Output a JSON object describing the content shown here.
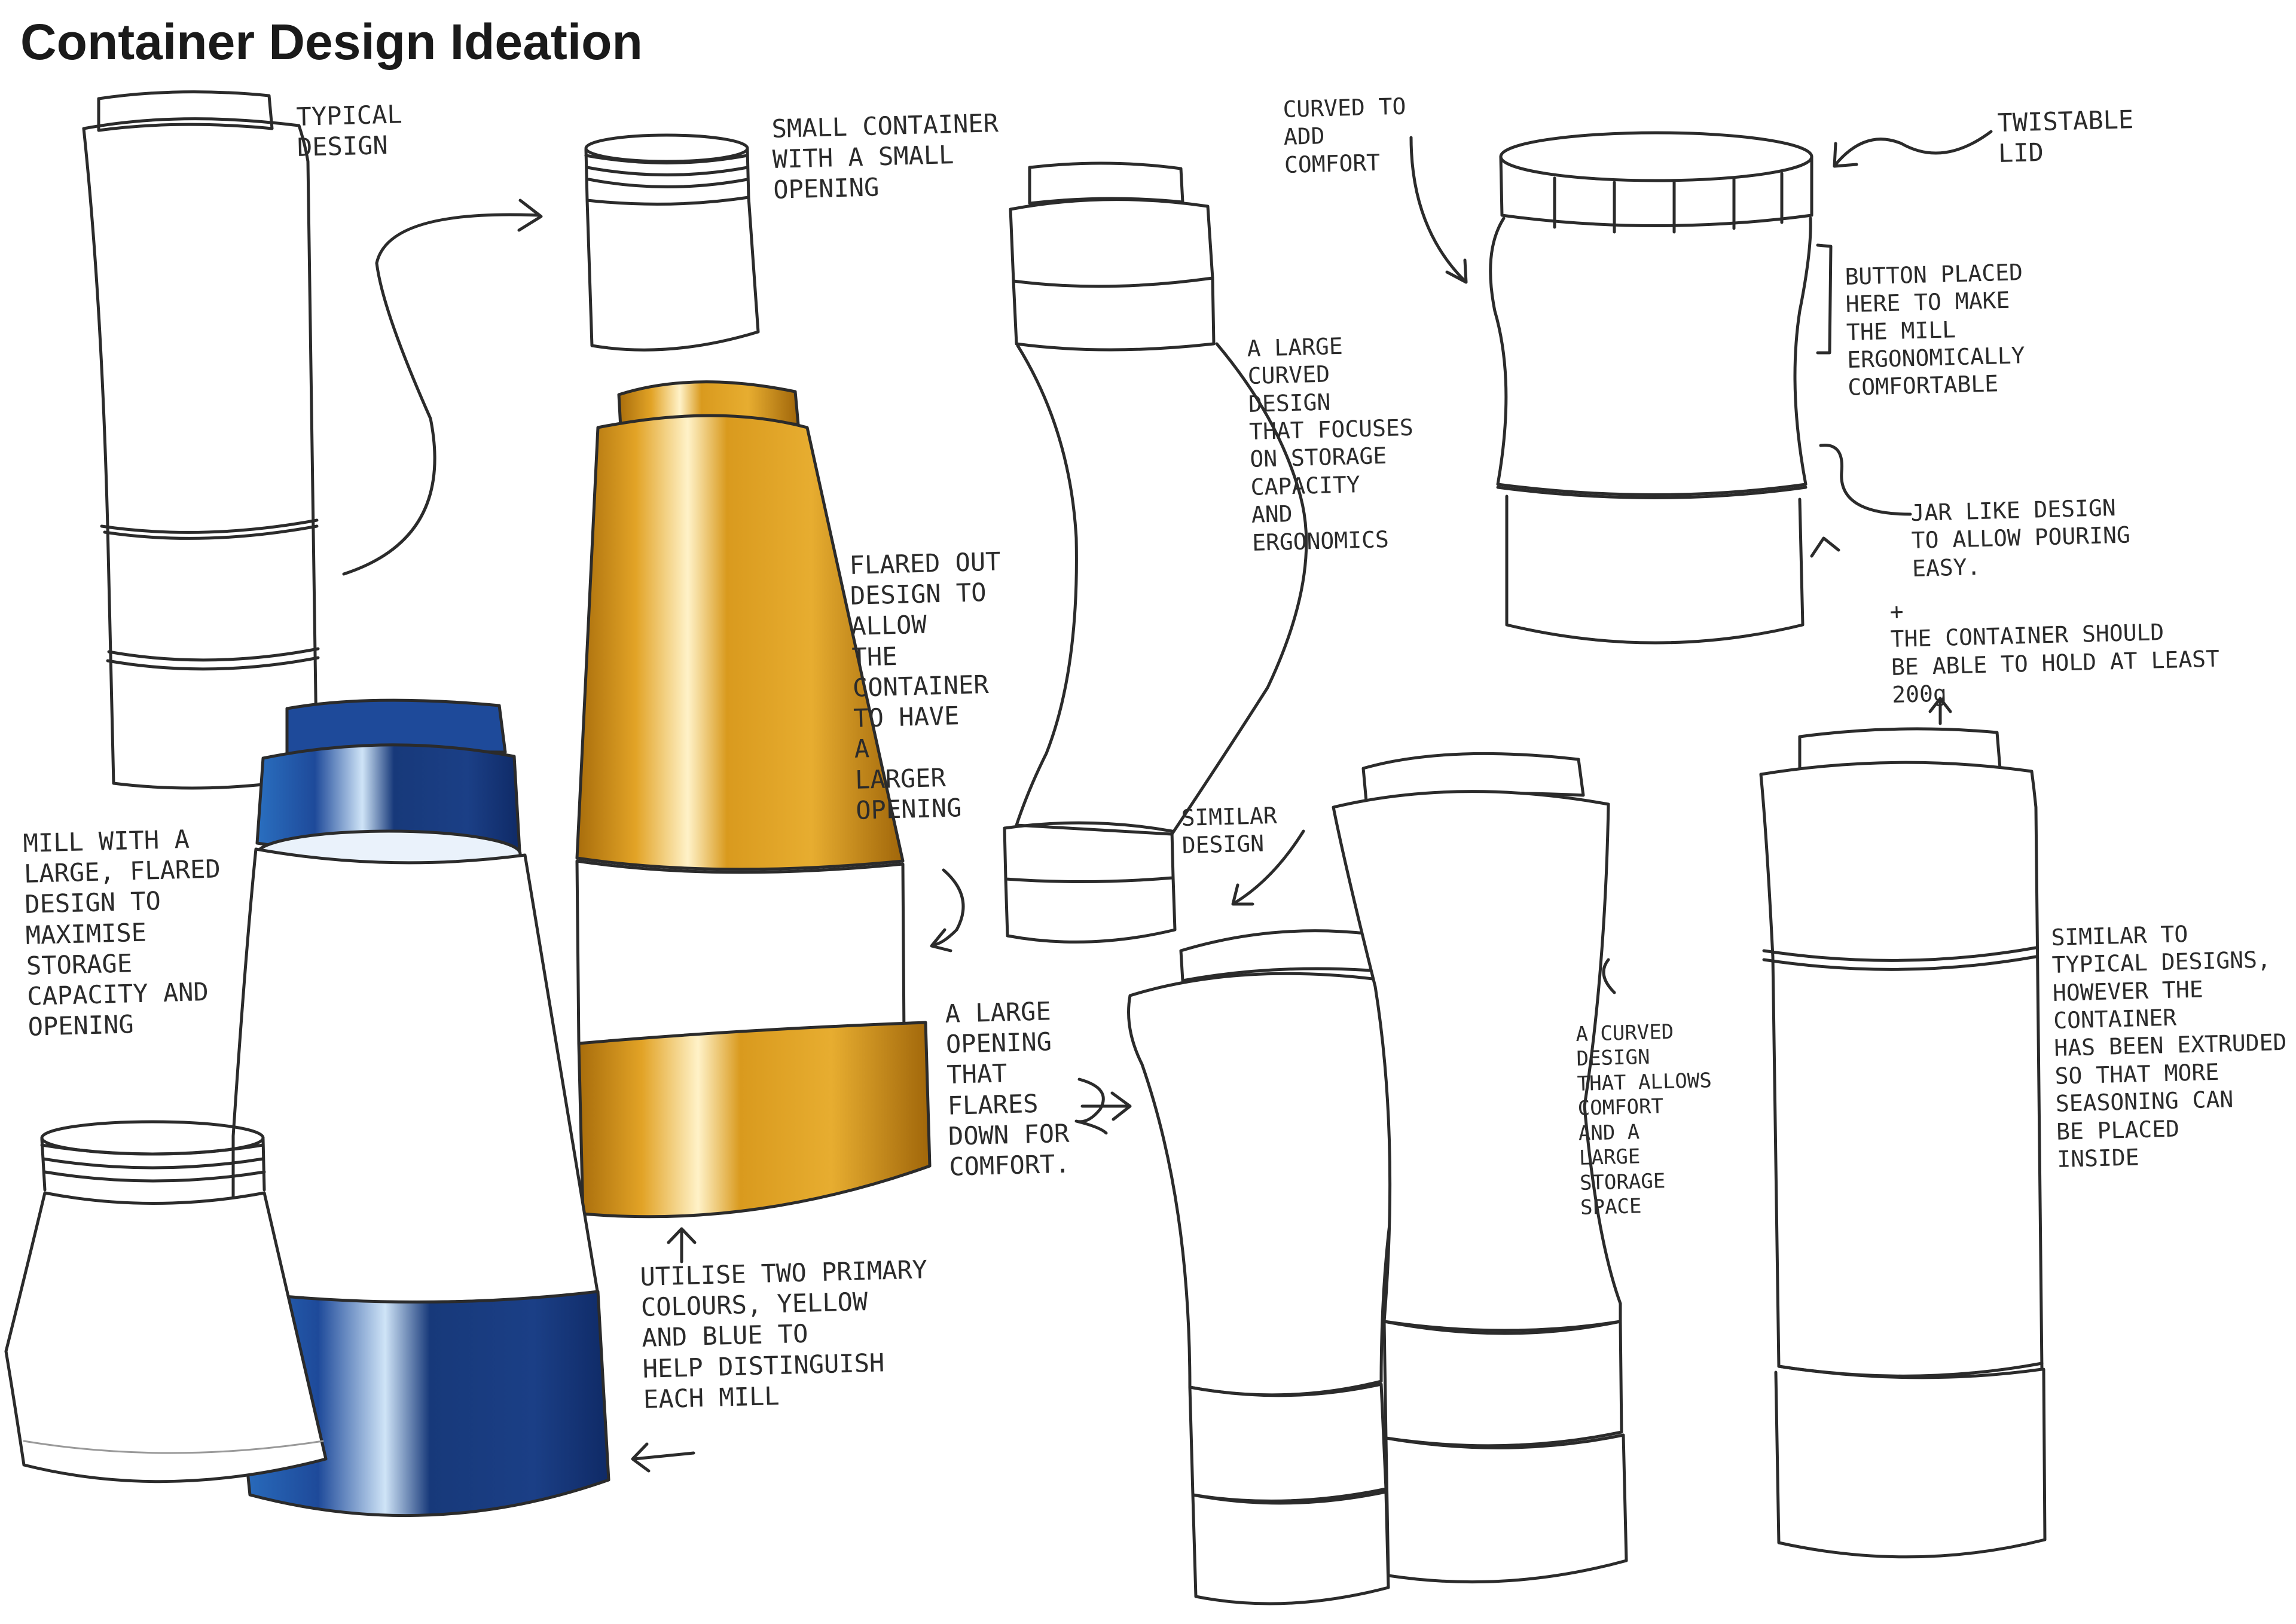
{
  "title": "Container Design Ideation",
  "colors": {
    "ink": "#2b2b2b",
    "yellow": "#e0a020",
    "yellow_dark": "#a86d0c",
    "blue": "#1e4a9a",
    "blue_dark": "#0f2a66",
    "blue_light": "#3d8fd0"
  },
  "annotations": {
    "typical": "TYPICAL\nDESIGN",
    "small_container": "SMALL CONTAINER\nWITH A SMALL\nOPENING",
    "curved_comfort": "CURVED TO\nADD\nCOMFORT",
    "twistable_lid": "TWISTABLE\nLID",
    "button_placed": "BUTTON PLACED\nHERE TO MAKE\nTHE MILL\nERGONOMICALLY\nCOMFORTABLE",
    "large_curved": "A LARGE\nCURVED\nDESIGN\nTHAT FOCUSES\nON STORAGE\nCAPACITY\nAND\nERGONOMICS",
    "jar_like": "JAR LIKE DESIGN\nTO ALLOW POURING\nEASY.",
    "hold_200g": "+\nTHE CONTAINER SHOULD\nBE ABLE TO HOLD AT LEAST\n200g",
    "flared_out": "FLARED OUT\nDESIGN TO\nALLOW\nTHE\nCONTAINER\nTO HAVE\nA\nLARGER\nOPENING",
    "mill_large": "MILL WITH A\nLARGE, FLARED\nDESIGN TO\nMAXIMISE\nSTORAGE\nCAPACITY AND\nOPENING",
    "similar_design": "SIMILAR\nDESIGN",
    "large_opening": "A LARGE\nOPENING\nTHAT\nFLARES\nDOWN FOR\nCOMFORT.",
    "curved_design": "A CURVED\nDESIGN\nTHAT ALLOWS\nCOMFORT\nAND A\nLARGE\nSTORAGE\nSPACE",
    "similar_typical": "SIMILAR TO\nTYPICAL DESIGNS,\nHOWEVER THE\nCONTAINER\nHAS BEEN EXTRUDED\nSO THAT MORE\nSEASONING CAN\nBE PLACED\nINSIDE",
    "utilise": "UTILISE TWO PRIMARY\nCOLOURS, YELLOW\nAND BLUE TO\nHELP DISTINGUISH\nEACH MILL"
  }
}
